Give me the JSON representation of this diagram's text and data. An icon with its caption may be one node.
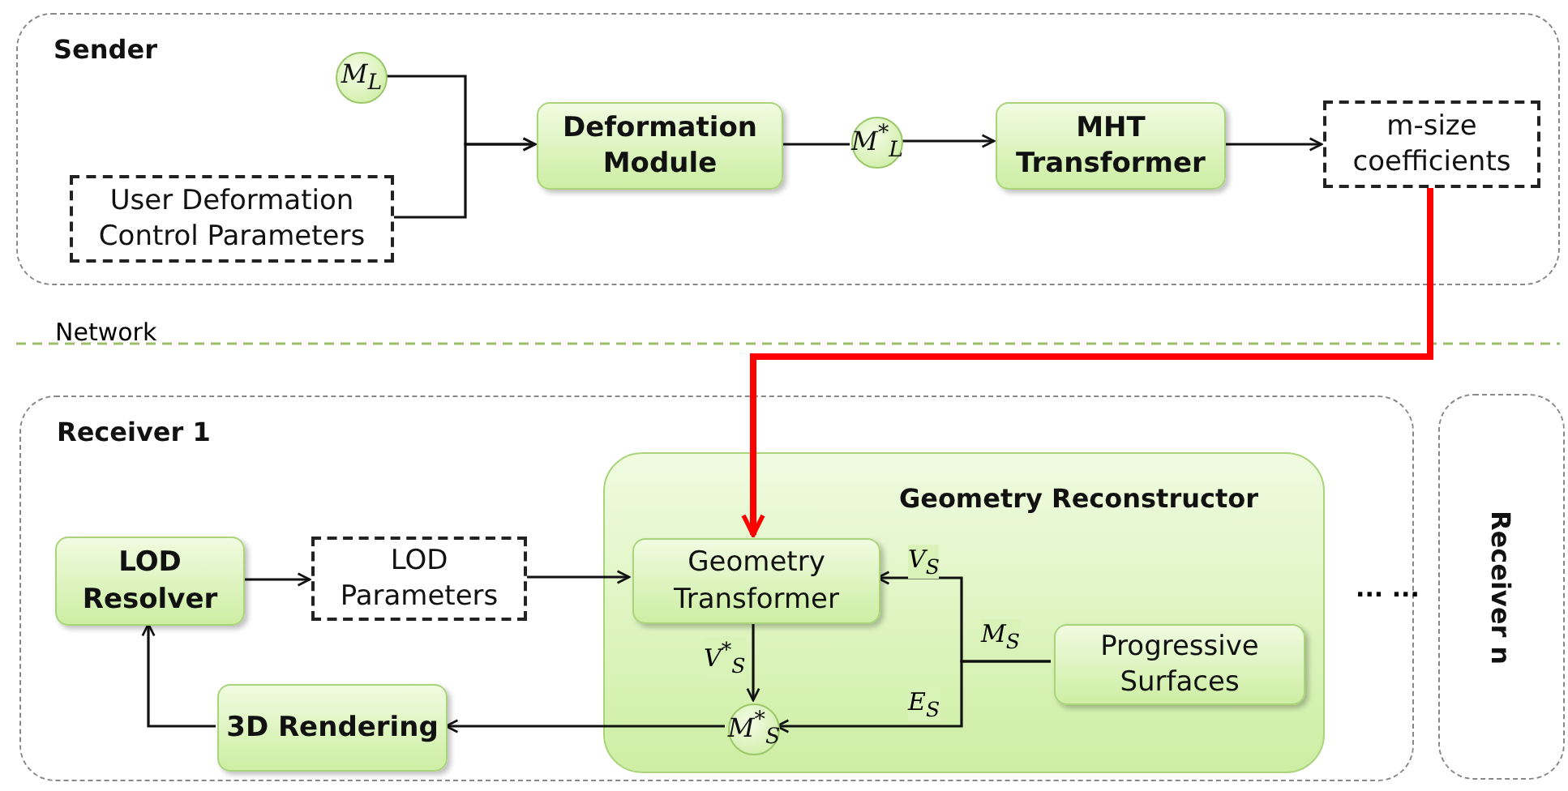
{
  "diagram": {
    "nodes": [
      {
        "text": [
          "Sender"
        ]
      },
      {
        "text": [
          "M$_{L}$"
        ],
        "in": 0
      },
      {
        "text": [
          "User Deformation Control Parameters"
        ],
        "in": 0
      },
      {
        "text": [
          "Deformation Module"
        ],
        "in": 0
      },
      {
        "text": [
          "M$^{*}$$_{L}$"
        ],
        "in": 0
      },
      {
        "text": [
          "MHT Transformer"
        ],
        "in": 0
      },
      {
        "text": [
          "m-size coefficients"
        ],
        "in": 0
      },
      {
        "text": [
          "Receiver 1"
        ]
      },
      {
        "text": [
          "LOD Resolver"
        ],
        "in": 7
      },
      {
        "text": [
          "LOD Parameters"
        ],
        "in": 7
      },
      {
        "text": [
          "Geometry Reconstructor"
        ],
        "in": 7
      },
      {
        "text": [
          "Geometry Transformer"
        ],
        "in": 10
      },
      {
        "text": [
          "Progressive Surfaces"
        ],
        "in": 10
      },
      {
        "text": [
          "M$^{*}$$_{S}$"
        ],
        "in": 10
      },
      {
        "text": [
          "3D Rendering"
        ],
        "in": 7
      },
      {
        "text": [
          "Receiver n"
        ]
      }
    ],
    "edges": [
      {
        "from": 1,
        "to": 3,
        "arrow": "to"
      },
      {
        "from": 2,
        "to": 3,
        "arrow": "to"
      },
      {
        "from": 3,
        "to": 4,
        "arrow": "none"
      },
      {
        "from": 4,
        "to": 5,
        "arrow": "to"
      },
      {
        "from": 5,
        "to": 6,
        "arrow": "to"
      },
      {
        "from": 6,
        "to": 11,
        "arrow": "to",
        "style": "thick",
        "color": "#ff0000"
      },
      {
        "from": 8,
        "to": 9,
        "arrow": "to"
      },
      {
        "from": 9,
        "to": 11,
        "arrow": "to"
      },
      {
        "from": 12,
        "to": 11,
        "arrow": "to",
        "label": "V$_{S}$"
      },
      {
        "from": 12,
        "to": 13,
        "arrow": "to",
        "label": "E$_{S}$"
      },
      {
        "from": 11,
        "to": 13,
        "arrow": "to",
        "label": "V$^{*}$$_{S}$"
      },
      {
        "from": 13,
        "to": 14,
        "arrow": "to"
      },
      {
        "from": 14,
        "to": 8,
        "arrow": "to"
      }
    ],
    "labels": [
      "Network",
      "M$_{S}$",
      "... ..."
    ]
  }
}
